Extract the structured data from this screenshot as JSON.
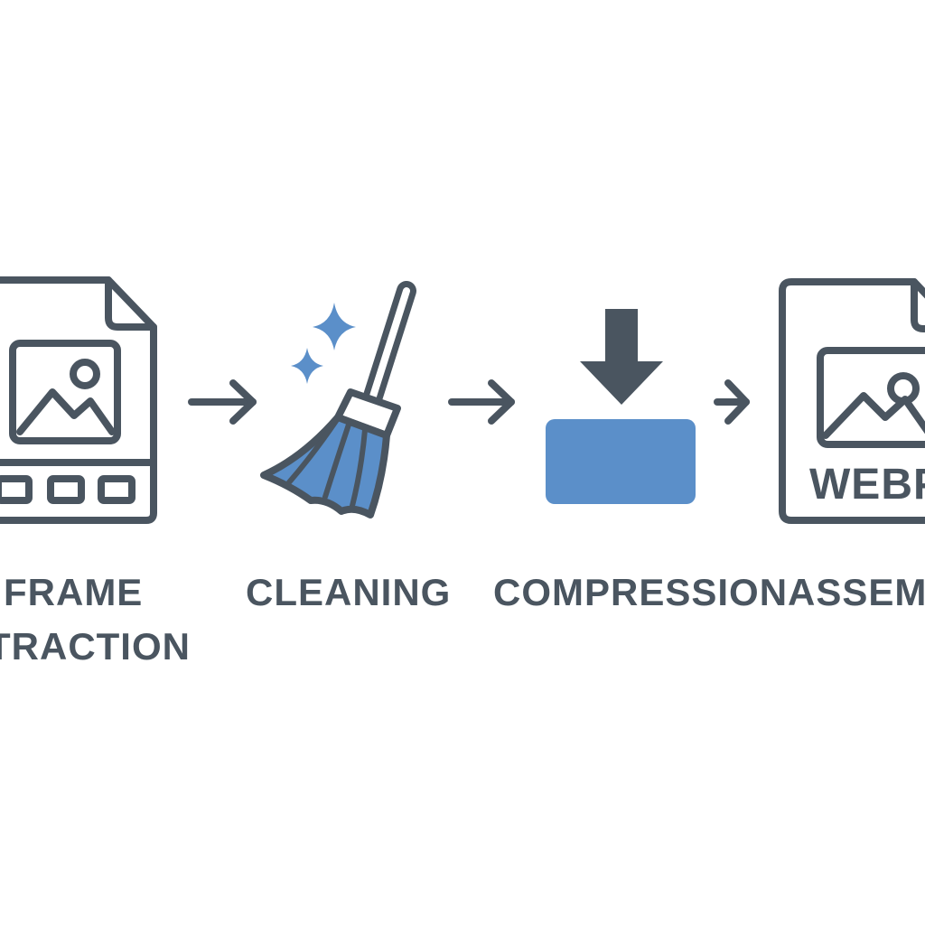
{
  "diagram": {
    "colors": {
      "stroke": "#4a5560",
      "accent": "#5b8fc9",
      "background": "#ffffff"
    },
    "steps": [
      {
        "icon": "image-file-filmstrip-icon",
        "label_lines": [
          "FRAME",
          "TRACTION"
        ]
      },
      {
        "icon": "broom-sparkle-icon",
        "label_lines": [
          "CLEANING"
        ]
      },
      {
        "icon": "compress-arrow-box-icon",
        "label_lines": [
          "COMPRESSION"
        ]
      },
      {
        "icon": "webp-file-icon",
        "label_lines": [
          "ASSEMB"
        ],
        "file_text": "WEBP"
      }
    ]
  }
}
